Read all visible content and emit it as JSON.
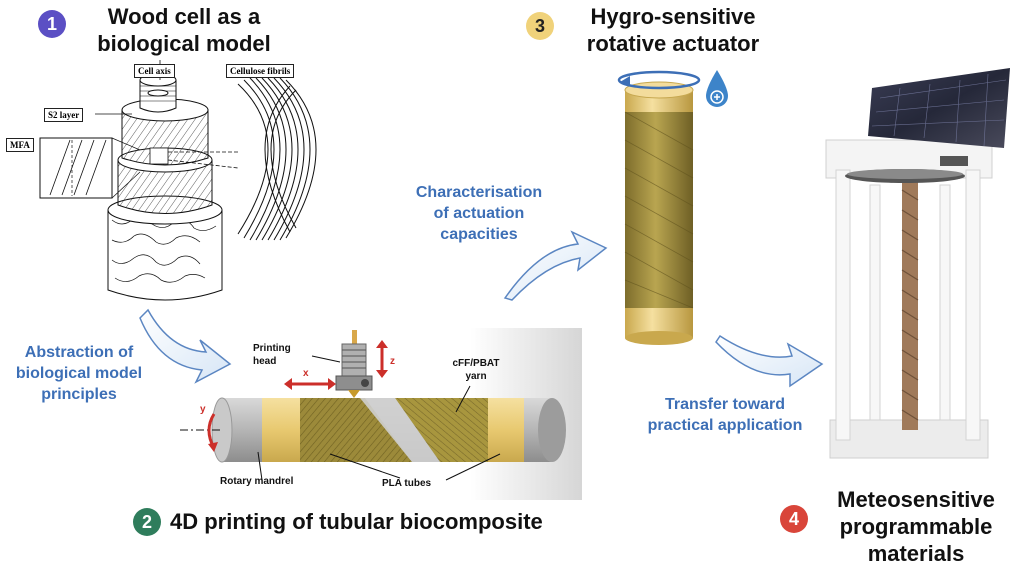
{
  "step1": {
    "number": "1",
    "title_line1": "Wood cell as a",
    "title_line2": "biological model"
  },
  "step2": {
    "number": "2",
    "title": "4D printing of tubular biocomposite"
  },
  "step3": {
    "number": "3",
    "title_line1": "Hygro-sensitive",
    "title_line2": "rotative actuator"
  },
  "step4": {
    "number": "4",
    "title_line1": "Meteosensitive",
    "title_line2": "programmable",
    "title_line3": "materials"
  },
  "arrows": {
    "abstraction": [
      "Abstraction of",
      "biological model",
      "principles"
    ],
    "characterisation": [
      "Characterisation",
      "of actuation",
      "capacities"
    ],
    "transfer": [
      "Transfer toward",
      "practical application"
    ]
  },
  "wood_cell_labels": {
    "cell_axis": "Cell axis",
    "cellulose_fibrils": "Cellulose fibrils",
    "s2_layer": "S2 layer",
    "mfa": "MFA"
  },
  "printing_labels": {
    "printing_head": [
      "Printing",
      "head"
    ],
    "yarn": [
      "cFF/PBAT",
      "yarn"
    ],
    "rotary_mandrel": "Rotary mandrel",
    "pla_tubes": "PLA tubes",
    "axis_x": "x",
    "axis_y": "y",
    "axis_z": "z"
  },
  "colors": {
    "badge1": "#5b4fc4",
    "badge2": "#2f7d5c",
    "badge3": "#f0d27a",
    "badge4": "#d9453a",
    "arrow_label": "#3d6fb6"
  }
}
